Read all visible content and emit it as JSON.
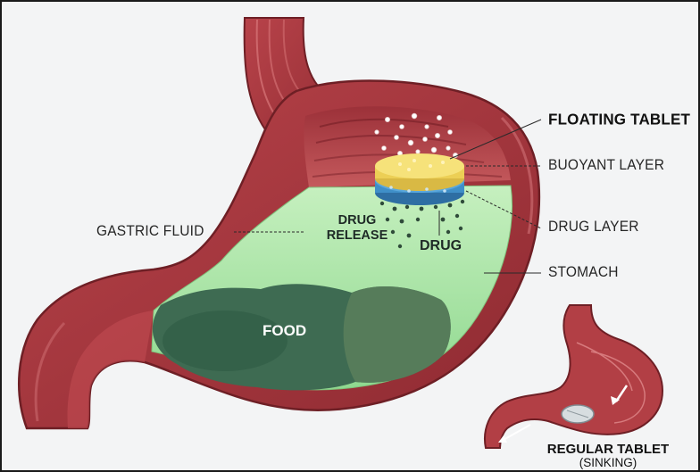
{
  "labels": {
    "floating_tablet": "FLOATING TABLET",
    "buoyant_layer": "BUOYANT LAYER",
    "drug_layer": "DRUG LAYER",
    "stomach": "STOMACH",
    "gastric_fluid": "GASTRIC FLUID",
    "drug_release_line1": "DRUG",
    "drug_release_line2": "RELEASE",
    "drug": "DRUG",
    "food": "FOOD",
    "regular_tablet": "REGULAR TABLET",
    "regular_tablet_sub": "(SINKING)"
  },
  "colors": {
    "stomach_wall": "#a8353c",
    "stomach_inner": "#c9555a",
    "gastric_fluid": "#a9e4a2",
    "food": "#3e6b52",
    "buoyant_layer": "#f2d85e",
    "drug_layer": "#3f8fc8"
  }
}
